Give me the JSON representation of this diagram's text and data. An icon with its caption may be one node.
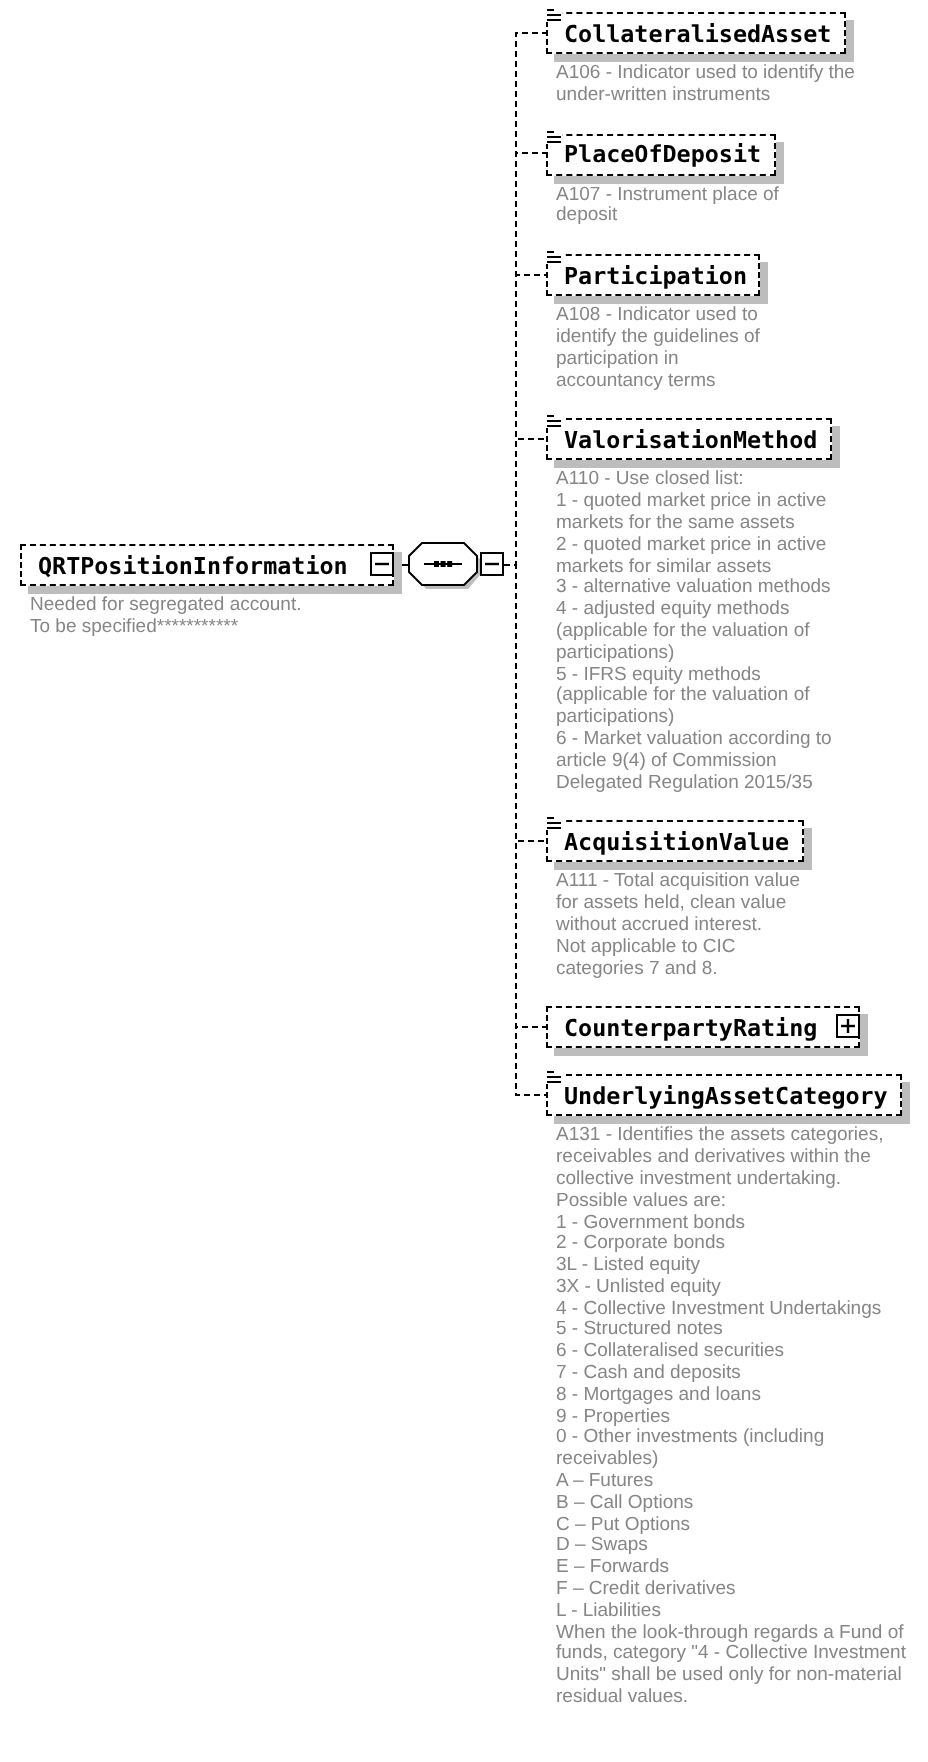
{
  "diagram": {
    "nodes": [
      {
        "text": [
          "QRTPositionInformation"
        ],
        "beside": [
          "Needed for segregated account.",
          "To be specified***********"
        ]
      },
      {
        "text": [],
        "shape": "octagon"
      },
      {
        "text": [
          "CollateralisedAsset"
        ],
        "beside": [
          "A106 - Indicator used to identify the under-written instruments"
        ]
      },
      {
        "text": [
          "PlaceOfDeposit"
        ],
        "beside": [
          "A107 - Instrument place of deposit"
        ]
      },
      {
        "text": [
          "Participation"
        ],
        "beside": [
          "A108 - Indicator used to identify the guidelines of participation in accountancy terms"
        ]
      },
      {
        "text": [
          "ValorisationMethod"
        ],
        "beside": [
          "A110 - Use closed list:",
          "1 - quoted market price in active markets for the same assets",
          "2 - quoted market price in active markets for similar assets",
          "3 - alternative valuation methods",
          "4 - adjusted equity methods (applicable for the valuation of participations)",
          "5 - IFRS equity methods (applicable for the valuation of participations)",
          "6 - Market valuation according to article 9(4) of Commission Delegated Regulation 2015/35"
        ]
      },
      {
        "text": [
          "AcquisitionValue"
        ],
        "beside": [
          "A111 - Total acquisition value for assets held, clean value without accrued interest.",
          "Not applicable to CIC categories 7 and 8."
        ]
      },
      {
        "text": [
          "CounterpartyRating"
        ]
      },
      {
        "text": [
          "UnderlyingAssetCategory"
        ],
        "beside": [
          "A131 - Identifies the assets categories, receivables and derivatives within the collective investment undertaking.",
          "Possible values are:",
          "1 - Government bonds",
          "2 - Corporate bonds",
          "3L - Listed equity",
          "3X - Unlisted equity",
          "4 - Collective Investment Undertakings",
          "5 - Structured notes",
          "6 - Collateralised securities",
          "7 - Cash and deposits",
          "8 - Mortgages and loans",
          "9 - Properties",
          "0 - Other investments (including receivables)",
          "A – Futures",
          "B – Call Options",
          "C – Put Options",
          "D – Swaps",
          "E – Forwards",
          "F – Credit derivatives",
          "L - Liabilities",
          "When the look-through regards a Fund of funds, category \"4 - Collective Investment Units\" shall be used only for non-material residual values."
        ]
      }
    ],
    "edges": [
      {
        "from": 0,
        "to": 1,
        "arrow": "none"
      },
      {
        "from": 1,
        "to": 2,
        "arrow": "none",
        "style": "dashed"
      },
      {
        "from": 1,
        "to": 3,
        "arrow": "none",
        "style": "dashed"
      },
      {
        "from": 1,
        "to": 4,
        "arrow": "none",
        "style": "dashed"
      },
      {
        "from": 1,
        "to": 5,
        "arrow": "none",
        "style": "dashed"
      },
      {
        "from": 1,
        "to": 6,
        "arrow": "none",
        "style": "dashed"
      },
      {
        "from": 1,
        "to": 7,
        "arrow": "none",
        "style": "dashed"
      },
      {
        "from": 1,
        "to": 8,
        "arrow": "none",
        "style": "dashed"
      }
    ]
  }
}
